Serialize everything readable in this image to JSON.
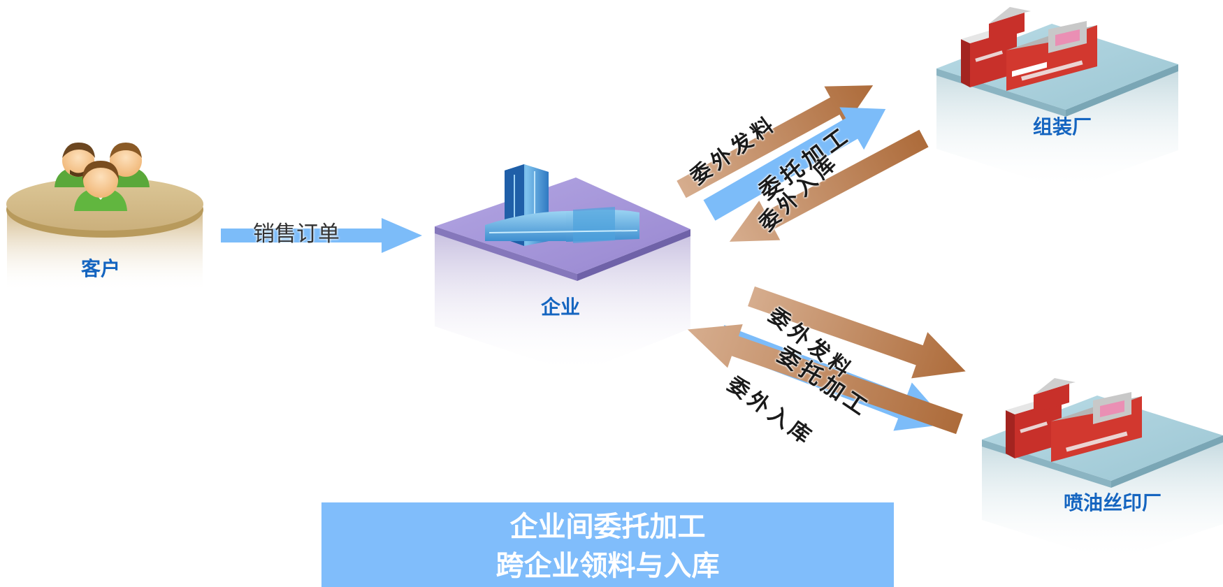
{
  "nodes": {
    "customer": {
      "label": "客户"
    },
    "enterprise": {
      "label": "企业"
    },
    "assembly_plant": {
      "label": "组装厂"
    },
    "spray_print_plant": {
      "label": "喷油丝印厂"
    }
  },
  "flows": {
    "sales_order": "销售订单",
    "assembly_issue": "委外发料",
    "assembly_process": "委托加工",
    "assembly_receipt": "委外入库",
    "spray_issue": "委外发料",
    "spray_process": "委托加工",
    "spray_receipt": "委外入库"
  },
  "summary": {
    "line1": "企业间委托加工",
    "line2": "跨企业领料与入库"
  },
  "colors": {
    "label_blue": "#1565c0",
    "light_blue_arrow": "#7cbcf9",
    "brown_arrow": "#b8784a",
    "tan_arrow": "#d4a88a",
    "summary_bg": "#80bdfb",
    "platform_purple": "#a493d8",
    "platform_teal": "#a3cbd8",
    "platform_gold": "#d7c08c",
    "factory_red": "#c8302a"
  },
  "icons": {
    "customer": "people-group-icon",
    "enterprise": "office-buildings-icon",
    "factory": "factory-icon"
  }
}
